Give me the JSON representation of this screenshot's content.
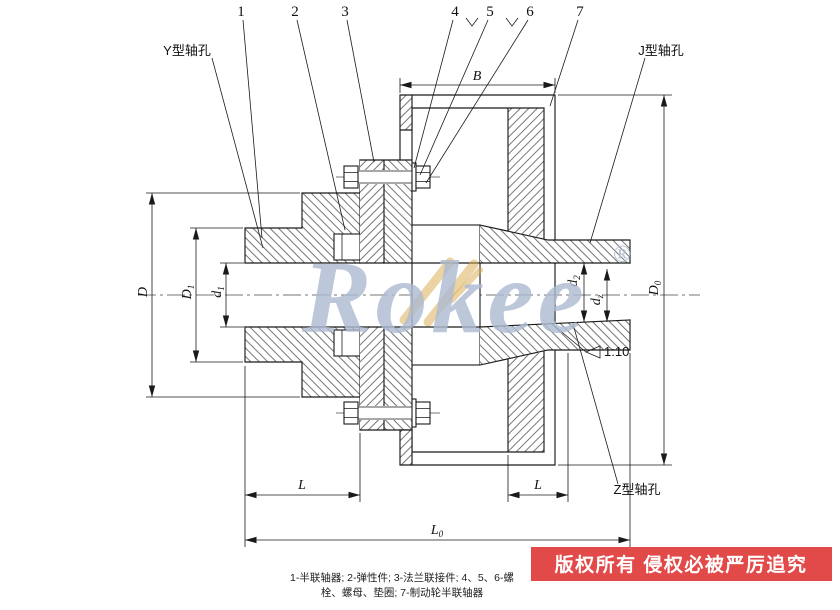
{
  "callouts": {
    "parts": [
      "1",
      "2",
      "3",
      "4",
      "5",
      "6",
      "7"
    ],
    "y_hole": "Y型轴孔",
    "j_hole": "J型轴孔",
    "z_hole": "Z型轴孔",
    "taper": "1:10"
  },
  "dims": {
    "B": "B",
    "D": {
      "base": "D",
      "sub": ""
    },
    "D1": {
      "base": "D",
      "sub": "1"
    },
    "d1": {
      "base": "d",
      "sub": "1"
    },
    "d2": {
      "base": "d",
      "sub": "2"
    },
    "dz": {
      "base": "d",
      "sub": "z"
    },
    "D0": {
      "base": "D",
      "sub": "0"
    },
    "L_left": "L",
    "L_right": "L",
    "L0": {
      "base": "L",
      "sub": "0"
    }
  },
  "watermark": {
    "text": "Rokee",
    "reg": "®"
  },
  "copyright": {
    "text": "版权所有 侵权必被严厉追究"
  },
  "caption": {
    "line1": "1-半联轴器; 2-弹性件; 3-法兰联接件; 4、5、6-螺",
    "line2": "栓、螺母、垫圈; 7-制动轮半联轴器"
  },
  "colors": {
    "copyright_bg": "#e03b3b",
    "watermark": "#aebbd2",
    "line": "#1a1a1a"
  }
}
